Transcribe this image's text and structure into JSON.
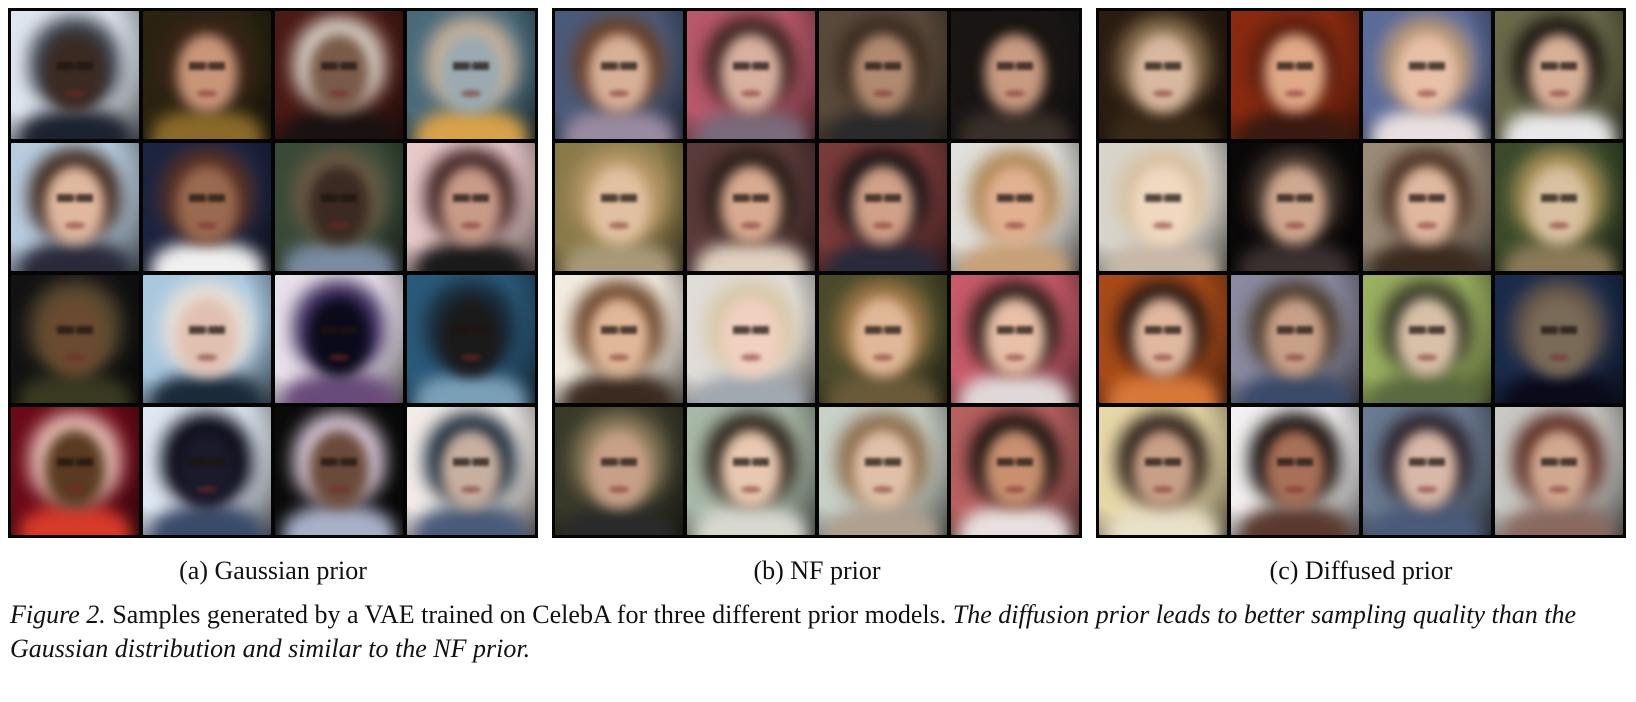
{
  "panels": [
    {
      "caption": "(a) Gaussian prior",
      "tiles": [
        {
          "bg": "#dfe6ee",
          "hair": "#3a3e48",
          "face": "#3b2a22",
          "sh": "#1d2230"
        },
        {
          "bg": "#2a2310",
          "hair": "#3a2418",
          "face": "#c99578",
          "sh": "#8a6a2a"
        },
        {
          "bg": "#4a1a14",
          "hair": "#d9d2c8",
          "face": "#7a5a48",
          "sh": "#1a1212"
        },
        {
          "bg": "#4a6a7a",
          "hair": "#c8b09a",
          "face": "#9aaab0",
          "sh": "#d8a24a"
        },
        {
          "bg": "#b8cde0",
          "hair": "#3a2418",
          "face": "#e0b8a0",
          "sh": "#2a2a3a"
        },
        {
          "bg": "#1c2440",
          "hair": "#5a3224",
          "face": "#9a6a50",
          "sh": "#f0f0f0"
        },
        {
          "bg": "#3a4a38",
          "hair": "#6a5a44",
          "face": "#3a2a22",
          "sh": "#7a8aa0"
        },
        {
          "bg": "#e8c8c8",
          "hair": "#3a2020",
          "face": "#c89a88",
          "sh": "#1a1a1a"
        },
        {
          "bg": "#121212",
          "hair": "#5a4a30",
          "face": "#6a4a30",
          "sh": "#3a3a22"
        },
        {
          "bg": "#a8c8e0",
          "hair": "#e8e0d8",
          "face": "#e0c0b0",
          "sh": "#1a2a3a"
        },
        {
          "bg": "#e8e0ea",
          "hair": "#3a2a5a",
          "face": "#0a0a1a",
          "sh": "#6a4a7a"
        },
        {
          "bg": "#2a5a7a",
          "hair": "#1a2a3a",
          "face": "#1a1a1a",
          "sh": "#7aa0b8"
        },
        {
          "bg": "#6a0a18",
          "hair": "#e8c0b8",
          "face": "#5a3a20",
          "sh": "#d83a2a"
        },
        {
          "bg": "#dfe8f2",
          "hair": "#0a0a18",
          "face": "#1a1a2a",
          "sh": "#3a4a6a"
        },
        {
          "bg": "#0a0a0a",
          "hair": "#d8c8d8",
          "face": "#6a4a3a",
          "sh": "#a8b0c8"
        },
        {
          "bg": "#f2ece8",
          "hair": "#1a2a3a",
          "face": "#c8b0a0",
          "sh": "#4a5a7a"
        }
      ]
    },
    {
      "caption": "(b) NF prior",
      "tiles": [
        {
          "bg": "#4a5a7a",
          "hair": "#6a4028",
          "face": "#d8b098",
          "sh": "#9a8aa0"
        },
        {
          "bg": "#b8586a",
          "hair": "#3a2420",
          "face": "#d8b0a0",
          "sh": "#7a6a7a"
        },
        {
          "bg": "#5a4a3a",
          "hair": "#3a2a20",
          "face": "#b08a70",
          "sh": "#2a2a2a"
        },
        {
          "bg": "#1a1616",
          "hair": "#1a1410",
          "face": "#c89a80",
          "sh": "#3a302a"
        },
        {
          "bg": "#8a7a4a",
          "hair": "#b89868",
          "face": "#e0c0a0",
          "sh": "#a89a78"
        },
        {
          "bg": "#5a3a3a",
          "hair": "#2a1e18",
          "face": "#d8aa90",
          "sh": "#e0d0c0"
        },
        {
          "bg": "#7a3a3a",
          "hair": "#181414",
          "face": "#d0a088",
          "sh": "#2a2a3a"
        },
        {
          "bg": "#e0e0dc",
          "hair": "#b08858",
          "face": "#e0b090",
          "sh": "#c8a078"
        },
        {
          "bg": "#f2ece0",
          "hair": "#6a4228",
          "face": "#e0b898",
          "sh": "#3a2a20"
        },
        {
          "bg": "#e0dcd8",
          "hair": "#d8c8a8",
          "face": "#f0d0c0",
          "sh": "#a0a8b0"
        },
        {
          "bg": "#4a4a2a",
          "hair": "#a07848",
          "face": "#e0b898",
          "sh": "#6a5a3a"
        },
        {
          "bg": "#c85a6a",
          "hair": "#2a1e18",
          "face": "#e8c0a8",
          "sh": "#e0d8d8"
        },
        {
          "bg": "#3a3a2a",
          "hair": "#8a7a5a",
          "face": "#c8a088",
          "sh": "#2a2a2a"
        },
        {
          "bg": "#a8b8a8",
          "hair": "#2a2018",
          "face": "#e8c8b0",
          "sh": "#d8d8d0"
        },
        {
          "bg": "#c8d0c8",
          "hair": "#8a6a48",
          "face": "#e0c0a8",
          "sh": "#b0a090"
        },
        {
          "bg": "#b86060",
          "hair": "#1a1410",
          "face": "#c89070",
          "sh": "#e8e0e0"
        }
      ]
    },
    {
      "caption": "(c) Diffused prior",
      "tiles": [
        {
          "bg": "#2a1c10",
          "hair": "#8a7050",
          "face": "#d8b8a0",
          "sh": "#3a2a18"
        },
        {
          "bg": "#8a2a10",
          "hair": "#5a2010",
          "face": "#e0a888",
          "sh": "#3a1a10"
        },
        {
          "bg": "#5a6a9a",
          "hair": "#b89878",
          "face": "#e8c0a8",
          "sh": "#e8e0e0"
        },
        {
          "bg": "#6a6a4a",
          "hair": "#1a1410",
          "face": "#d8b098",
          "sh": "#e8e8e8"
        },
        {
          "bg": "#d8d4cc",
          "hair": "#d8c0a0",
          "face": "#f0d8c0",
          "sh": "#c8b8a8"
        },
        {
          "bg": "#0a0808",
          "hair": "#4a3a30",
          "face": "#d0a890",
          "sh": "#3a3030"
        },
        {
          "bg": "#9a8a78",
          "hair": "#4a3020",
          "face": "#e0b8a0",
          "sh": "#3a2a20"
        },
        {
          "bg": "#3a4a2a",
          "hair": "#a89058",
          "face": "#d8c0a0",
          "sh": "#8a7a58"
        },
        {
          "bg": "#a84a18",
          "hair": "#2a1a14",
          "face": "#e0b8a0",
          "sh": "#d87838"
        },
        {
          "bg": "#8a8aa0",
          "hair": "#4a3a2a",
          "face": "#c8a088",
          "sh": "#3a4a6a"
        },
        {
          "bg": "#9ab060",
          "hair": "#3a3a2a",
          "face": "#d8c0a8",
          "sh": "#5a6a40"
        },
        {
          "bg": "#1a2a4a",
          "hair": "#6a5a4a",
          "face": "#7a6a58",
          "sh": "#0a0a1a"
        },
        {
          "bg": "#e8d8a8",
          "hair": "#2a1e18",
          "face": "#c8a088",
          "sh": "#e8e0c8"
        },
        {
          "bg": "#f2f0f0",
          "hair": "#140e0c",
          "face": "#a87058",
          "sh": "#5a3a30"
        },
        {
          "bg": "#6a7a90",
          "hair": "#2a2028",
          "face": "#d8b8a8",
          "sh": "#4a5a7a"
        },
        {
          "bg": "#c8c8c4",
          "hair": "#5a2a20",
          "face": "#d0a890",
          "sh": "#8a6a60"
        }
      ]
    }
  ],
  "figure_caption": {
    "label": "Figure 2.",
    "text": "Samples generated by a VAE trained on CelebA for three different prior models.",
    "italic_text": "The diffusion prior leads to better sampling quality than the Gaussian distribution and similar to the NF prior."
  }
}
